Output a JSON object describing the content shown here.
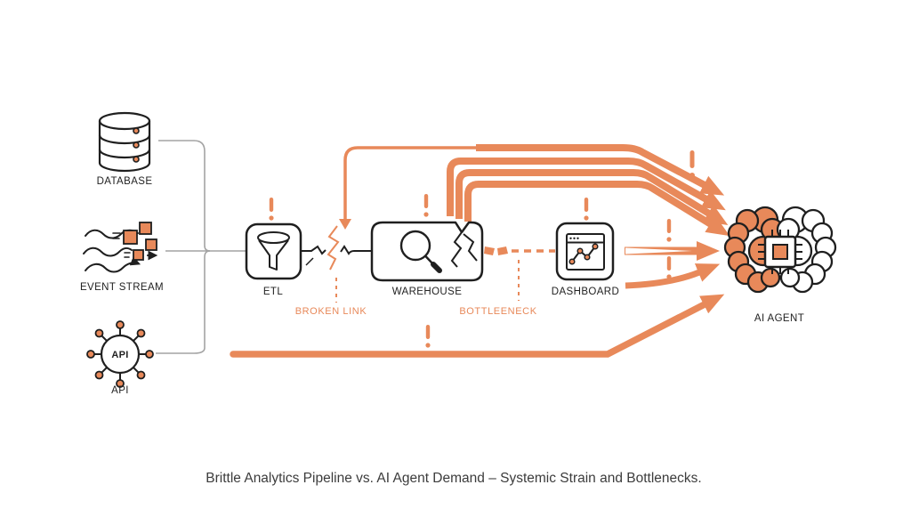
{
  "diagram": {
    "caption": "Brittle Analytics Pipeline vs. AI Agent Demand – Systemic Strain and Bottlenecks.",
    "colors": {
      "accent": "#E8895A",
      "ink": "#1F1F1F",
      "connector": "#A3A3A3"
    },
    "sources": [
      {
        "id": "database",
        "label": "DATABASE",
        "icon": "database-icon"
      },
      {
        "id": "event-stream",
        "label": "EVENT STREAM",
        "icon": "event-stream-icon"
      },
      {
        "id": "api",
        "label": "API",
        "icon": "api-icon",
        "icon_text": "API"
      }
    ],
    "pipeline": [
      {
        "id": "etl",
        "label": "ETL",
        "icon": "funnel-icon"
      },
      {
        "id": "warehouse",
        "label": "WAREHOUSE",
        "icon": "magnifier-icon"
      },
      {
        "id": "dashboard",
        "label": "DASHBOARD",
        "icon": "dashboard-chart-icon"
      }
    ],
    "agent": {
      "label": "AI AGENT",
      "icon": "ai-brain-chip-icon"
    },
    "annotations": {
      "broken_link": "BROKEN LINK",
      "bottleneck": "BOTTLEENECK"
    }
  }
}
